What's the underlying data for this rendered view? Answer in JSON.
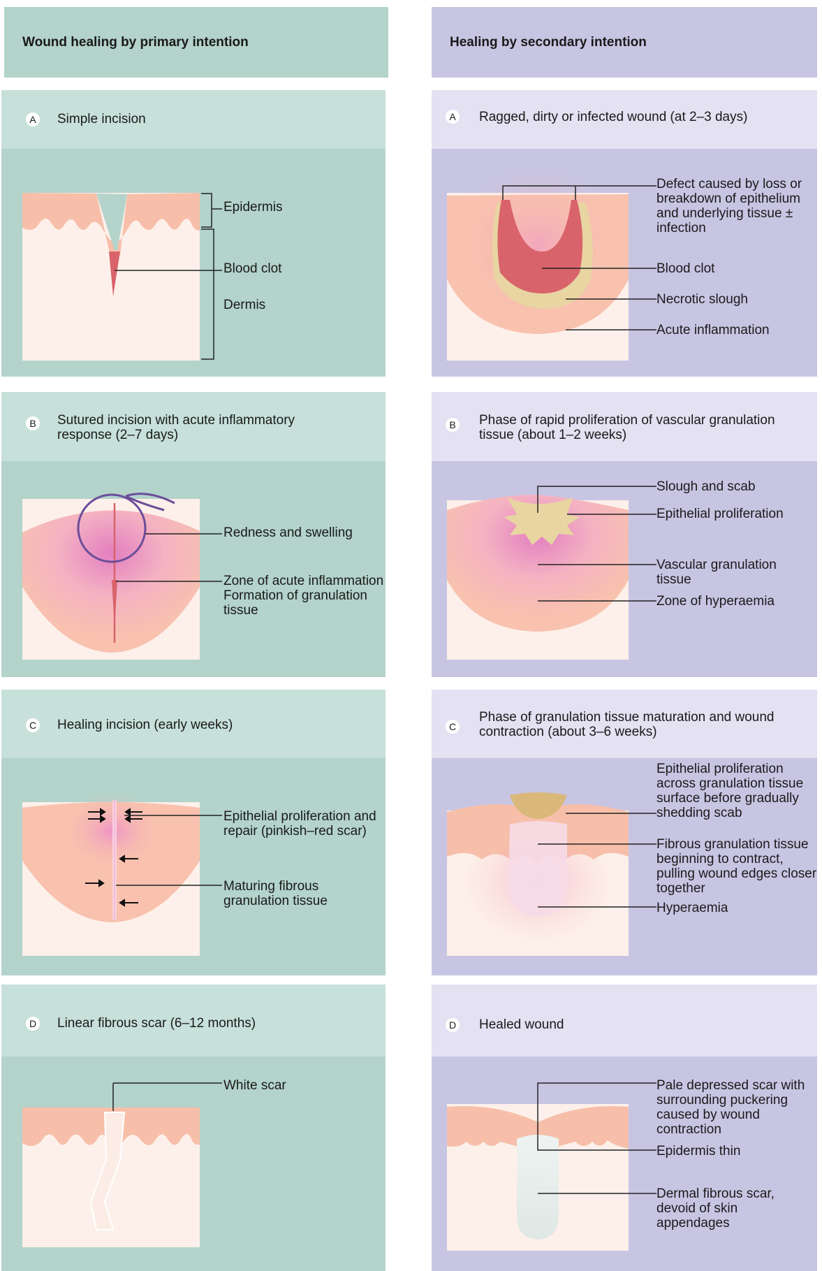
{
  "columns": {
    "primary": {
      "header": "Wound healing by primary intention"
    },
    "secondary": {
      "header": "Healing by secondary intention"
    }
  },
  "panels": {
    "primary": [
      {
        "letter": "A",
        "title": "Simple incision",
        "labels": [
          "Epidermis",
          "Blood clot",
          "Dermis"
        ]
      },
      {
        "letter": "B",
        "title": "Sutured incision with acute inflammatory response (2–7 days)",
        "labels": [
          "Redness and swelling",
          "Zone of acute inflammation Formation of granulation tissue"
        ]
      },
      {
        "letter": "C",
        "title": "Healing incision (early weeks)",
        "labels": [
          "Epithelial proliferation and repair (pinkish–red scar)",
          "Maturing fibrous granulation tissue"
        ]
      },
      {
        "letter": "D",
        "title": "Linear fibrous scar (6–12 months)",
        "labels": [
          "White scar"
        ]
      }
    ],
    "secondary": [
      {
        "letter": "A",
        "title": "Ragged, dirty or infected wound (at 2–3 days)",
        "labels": [
          "Defect caused by loss or breakdown of epithelium and underlying tissue ± infection",
          "Blood clot",
          "Necrotic slough",
          "Acute inflammation"
        ]
      },
      {
        "letter": "B",
        "title": "Phase of rapid proliferation of vascular granulation tissue (about 1–2 weeks)",
        "labels": [
          "Slough and scab",
          "Epithelial proliferation",
          "Vascular granulation tissue",
          "Zone of hyperaemia"
        ]
      },
      {
        "letter": "C",
        "title": "Phase of granulation tissue maturation and wound contraction (about 3–6 weeks)",
        "labels": [
          "Epithelial proliferation across granulation tissue surface before gradually shedding scab",
          "Fibrous granulation tissue beginning to contract, pulling wound edges closer together",
          "Hyperaemia"
        ]
      },
      {
        "letter": "D",
        "title": "Healed wound",
        "labels": [
          "Pale depressed scar with surrounding puckering caused by wound contraction",
          "Epidermis thin",
          "Dermal fibrous scar, devoid of skin appendages"
        ]
      }
    ]
  },
  "colors": {
    "primary_panel": "#b3d3cb",
    "primary_title": "#c7e0da",
    "secondary_panel": "#c8c5e3",
    "secondary_title": "#e3e1f2",
    "epidermis": "#f7bfa9",
    "dermis": "#fdf0ea",
    "blood_clot": "#d9636b",
    "slough": "#e8d5a2",
    "suture": "#6b4d9a"
  }
}
